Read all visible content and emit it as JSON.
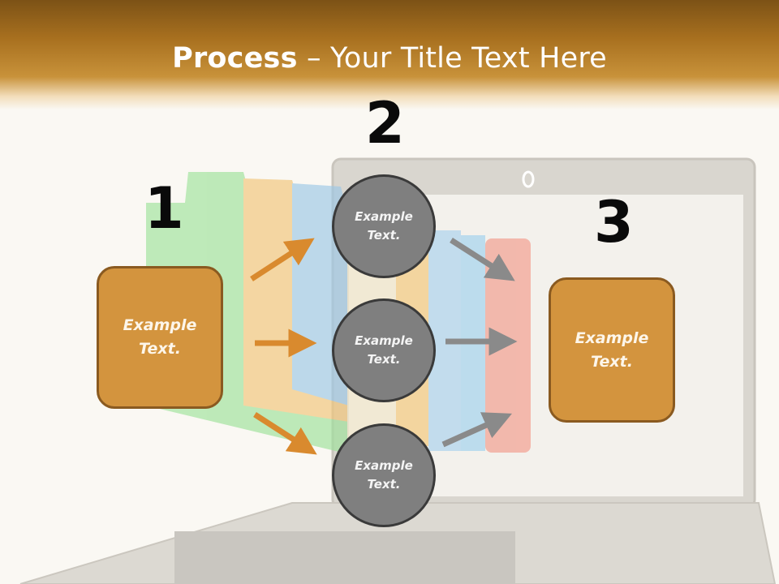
{
  "title": {
    "bold": "Process",
    "rest": " – Your Title Text Here"
  },
  "steps": {
    "one": "1",
    "two": "2",
    "three": "3"
  },
  "left_box": {
    "line1": "Example",
    "line2": "Text."
  },
  "right_box": {
    "line1": "Example",
    "line2": "Text."
  },
  "circles": [
    {
      "line1": "Example",
      "line2": "Text."
    },
    {
      "line1": "Example",
      "line2": "Text."
    },
    {
      "line1": "Example",
      "line2": "Text."
    }
  ],
  "colors": {
    "accent": "#d3943e",
    "accent_border": "#8a5a20",
    "circle_fill": "#7f7f7f",
    "orange_arrow": "#d98a2e",
    "gray_arrow": "#8a8a8a"
  }
}
